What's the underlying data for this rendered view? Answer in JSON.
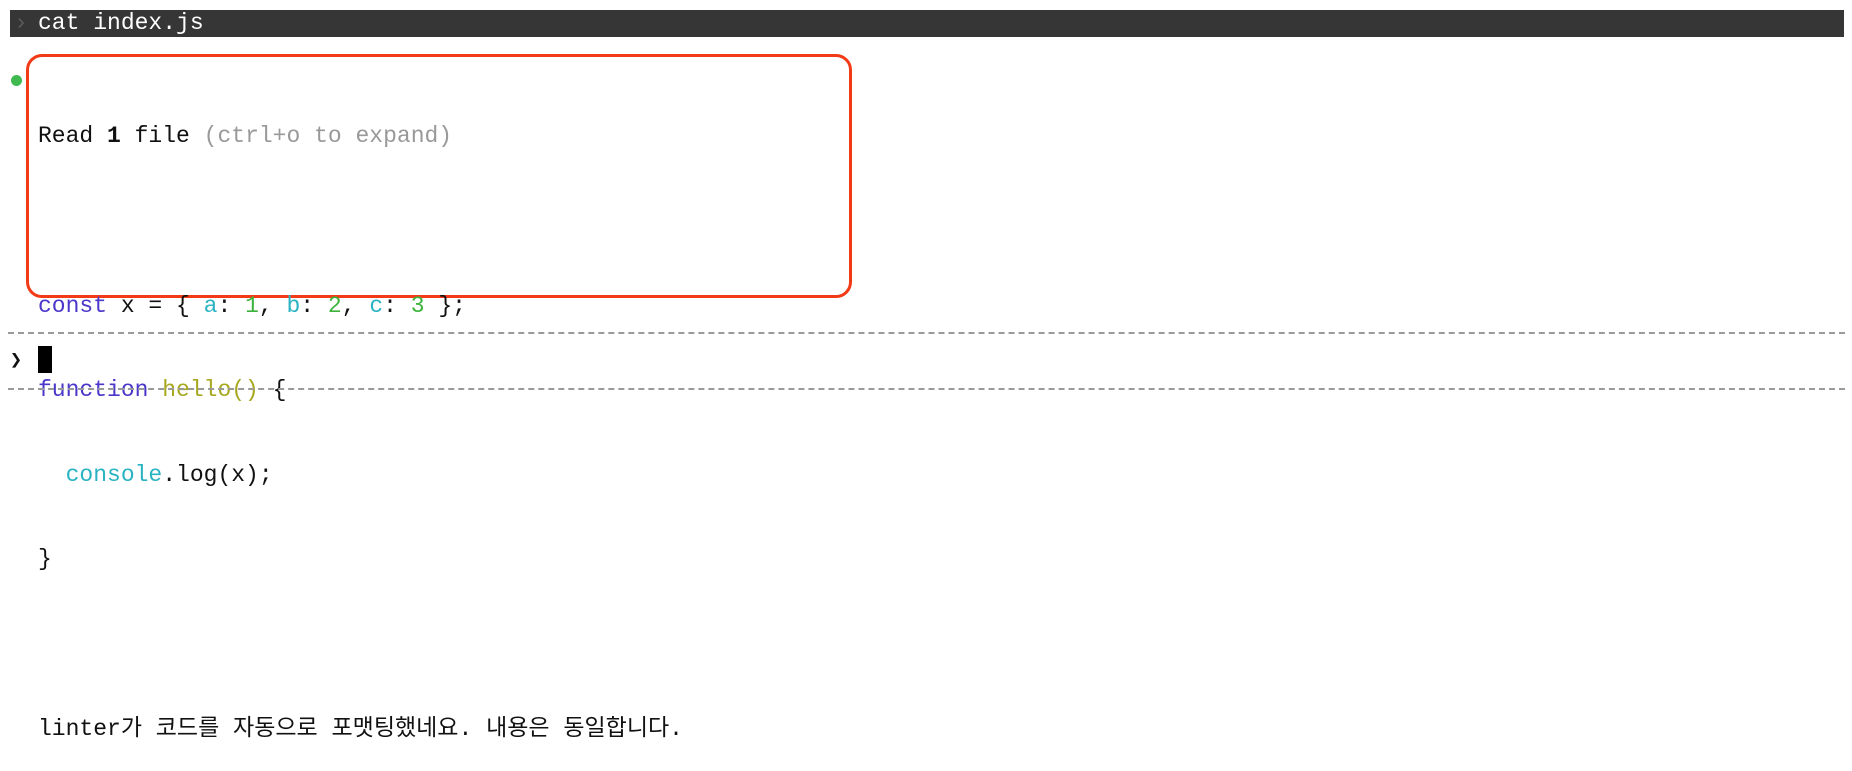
{
  "command_bar": {
    "prompt_icon": "chevron-right-icon",
    "command": "cat index.js"
  },
  "tool_result": {
    "status_color": "#3fb950",
    "summary_prefix": "Read ",
    "summary_count": "1",
    "summary_suffix": " file ",
    "summary_hint": "(ctrl+o to expand)",
    "highlight_color": "#f23a16",
    "code": {
      "l1": {
        "kw": "const",
        "t1": " x = { ",
        "p1": "a",
        "t2": ": ",
        "n1": "1",
        "t3": ", ",
        "p2": "b",
        "t4": ": ",
        "n2": "2",
        "t5": ", ",
        "p3": "c",
        "t6": ": ",
        "n3": "3",
        "t7": " };"
      },
      "l2": {
        "kw": "function",
        "t1": " ",
        "fn": "hello()",
        "t2": " {"
      },
      "l3": {
        "indent": "  ",
        "obj": "console",
        "rest": ".log(x);"
      },
      "l4": "}"
    },
    "message": "linter가 코드를 자동으로 포맷팅했네요. 내용은 동일합니다."
  },
  "input": {
    "prompt_symbol": "❯",
    "value": ""
  }
}
